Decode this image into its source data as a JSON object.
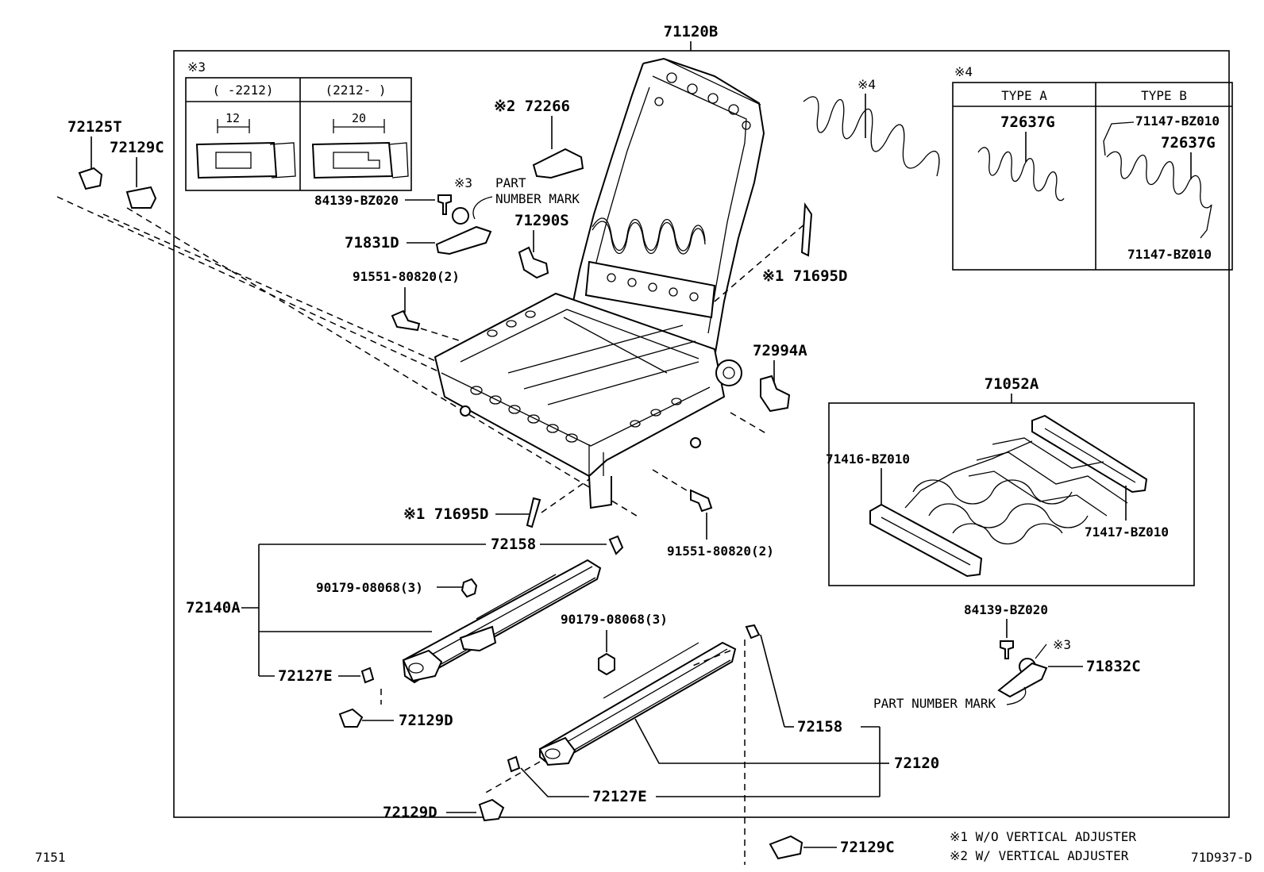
{
  "diagram": {
    "assembly_label": "71120B",
    "footer_left": "7151",
    "footer_right": "71D937-D",
    "notes": [
      "※1 W/O VERTICAL ADJUSTER",
      "※2 W/ VERTICAL ADJUSTER"
    ],
    "inset3": {
      "marker": "※3",
      "col_left": "(   -2212)",
      "col_right": "(2212-   )",
      "dim_left": "12",
      "dim_right": "20"
    },
    "inset4": {
      "marker": "※4",
      "type_a": "TYPE A",
      "type_b": "TYPE B",
      "type_a_part": "72637G",
      "type_b_part": "72637G",
      "type_b_top": "71147-BZ010",
      "type_b_bottom": "71147-BZ010"
    },
    "spring_marker": "※4",
    "inset_71052a": {
      "title": "71052A",
      "left_part": "71416-BZ010",
      "right_part": "71417-BZ010"
    },
    "parts": {
      "p72125T": "72125T",
      "p72129C_top": "72129C",
      "p72266": "※2 72266",
      "p84139_top": "84139-BZ020",
      "mark3_top": "※3",
      "part_mark_top_1": "PART",
      "part_mark_top_2": "NUMBER MARK",
      "p71831D": "71831D",
      "p71290S": "71290S",
      "p91551_top": "91551-80820(2)",
      "p71695D_right": "※1 71695D",
      "p72994A": "72994A",
      "p71695D_lower": "※1 71695D",
      "p72158_top": "72158",
      "p91551_lower": "91551-80820(2)",
      "p90179_left": "90179-08068(3)",
      "p72140A": "72140A",
      "p90179_mid": "90179-08068(3)",
      "p72127E_left": "72127E",
      "p72129D_left": "72129D",
      "p72158_right": "72158",
      "p72120": "72120",
      "p72127E_lower": "72127E",
      "p72129D_lower": "72129D",
      "p72129C_bottom": "72129C",
      "p84139_right": "84139-BZ020",
      "mark3_right": "※3",
      "p71832C": "71832C",
      "part_mark_right": "PART NUMBER MARK"
    }
  }
}
